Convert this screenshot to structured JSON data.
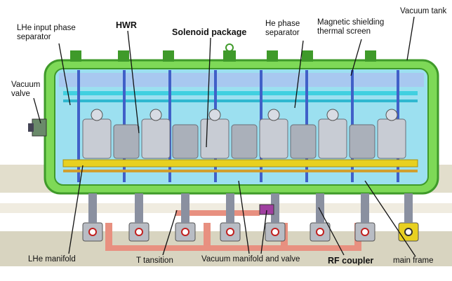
{
  "labels": {
    "lhe_input": "LHe input phase separator",
    "hwr": "HWR",
    "solenoid": "Solenoid package",
    "he_phase": "He phase separator",
    "magnetic": "Magnetic shielding thermal screen",
    "vacuum_tank": "Vacuum tank",
    "vacuum_valve": "Vacuum valve",
    "lhe_manifold": "LHe manifold",
    "t_transition": "T tansition",
    "vacuum_manifold": "Vacuum manifold and valve",
    "rf_coupler": "RF coupler",
    "main_frame": "main frame"
  },
  "colors": {
    "vessel_green": "#7ed957",
    "vessel_dark": "#3f9a2a",
    "cyan_pipe": "#40d0e0",
    "blue_rod": "#4060c8",
    "yellow_rail": "#e8d020",
    "cavity_gray": "#c8ccd4",
    "floor": "#d8d4c0",
    "pink_pipe": "#e89080",
    "coupler_gray": "#b8bcc4"
  }
}
